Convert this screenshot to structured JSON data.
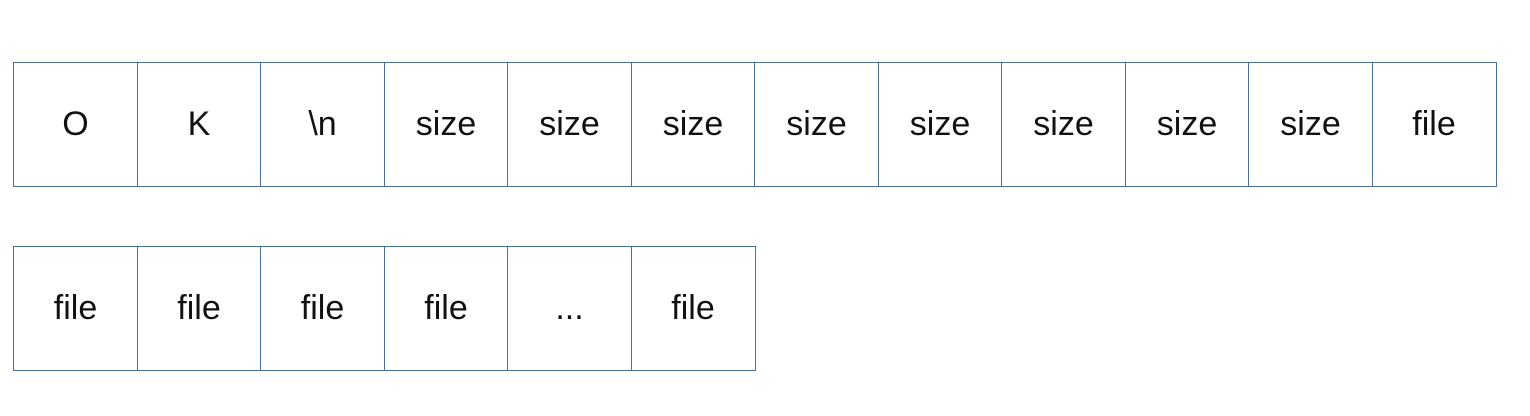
{
  "diagram": {
    "rows": [
      {
        "cells": [
          "O",
          "K",
          "\\n",
          "size",
          "size",
          "size",
          "size",
          "size",
          "size",
          "size",
          "size",
          "file"
        ]
      },
      {
        "cells": [
          "file",
          "file",
          "file",
          "file",
          "...",
          "file"
        ]
      }
    ],
    "colors": {
      "border": "#4a6f98",
      "text": "#111111",
      "background": "#ffffff"
    }
  }
}
